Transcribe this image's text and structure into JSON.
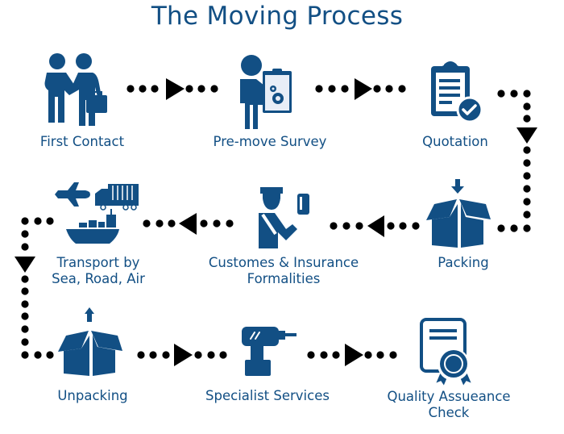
{
  "title": "The Moving Process",
  "colors": {
    "primary": "#124f84",
    "connector": "#000000",
    "background": "#ffffff"
  },
  "steps": [
    {
      "label": "First Contact",
      "icon": "handshake-icon"
    },
    {
      "label": "Pre-move Survey",
      "icon": "surveyor-clipboard-icon"
    },
    {
      "label": "Quotation",
      "icon": "clipboard-check-icon"
    },
    {
      "label": "Packing",
      "icon": "box-packing-icon"
    },
    {
      "label": "Customes & Insurance",
      "label2": "Formalities",
      "icon": "customs-officer-icon"
    },
    {
      "label": "Transport by",
      "label2": "Sea, Road, Air",
      "icon": "transport-plane-truck-ship-icon"
    },
    {
      "label": "Unpacking",
      "icon": "box-unpacking-icon"
    },
    {
      "label": "Specialist Services",
      "icon": "drill-icon"
    },
    {
      "label": "Quality Assueance",
      "label2": "Check",
      "icon": "certificate-icon"
    }
  ],
  "flow_order": [
    "First Contact",
    "Pre-move Survey",
    "Quotation",
    "Packing",
    "Customes & Insurance Formalities",
    "Transport by Sea, Road, Air",
    "Unpacking",
    "Specialist Services",
    "Quality Assueance Check"
  ]
}
